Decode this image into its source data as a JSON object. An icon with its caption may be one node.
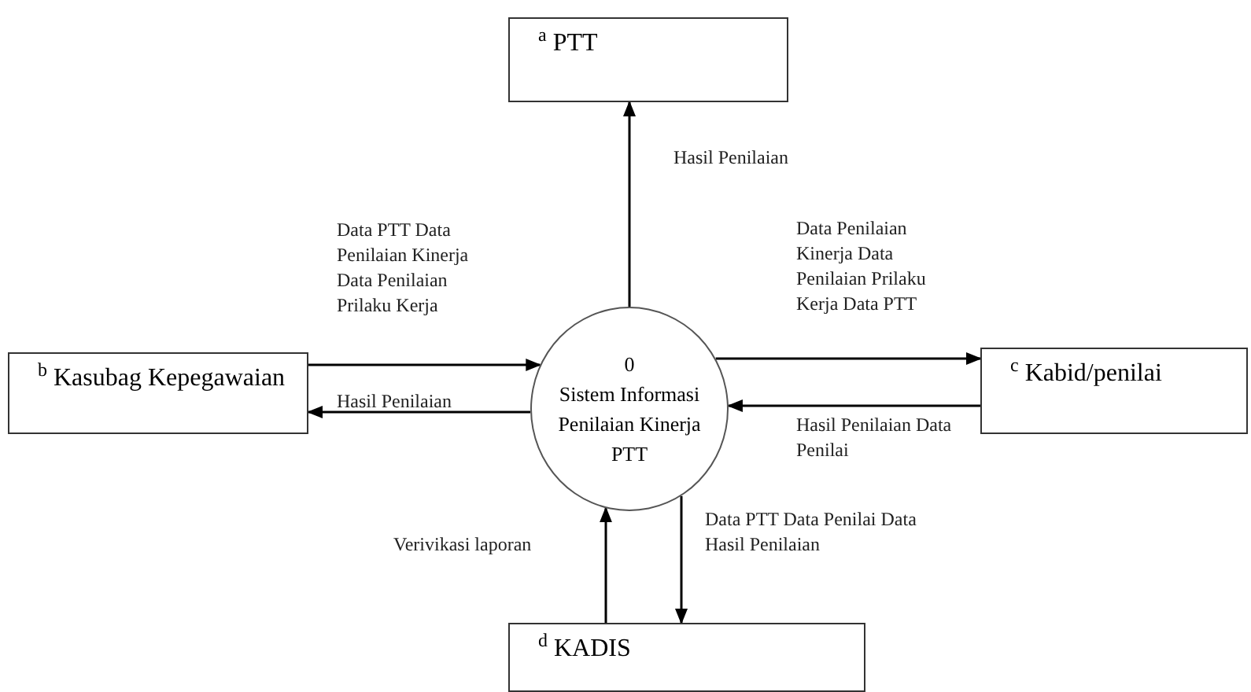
{
  "diagram": {
    "nodes": [
      {
        "text": [
          "$^{a}$ PTT"
        ]
      },
      {
        "text": [
          "$^{b}$ Kasubag Kepegawaian"
        ]
      },
      {
        "text": [
          "0",
          "Sistem Informasi Penilaian Kinerja PTT"
        ]
      },
      {
        "text": [
          "$^{c}$ Kabid/penilai"
        ]
      },
      {
        "text": [
          "$^{d}$ KADIS"
        ]
      }
    ],
    "edges": [
      {
        "from": 2,
        "to": 0,
        "arrow": "to",
        "label": "Hasil Penilaian"
      },
      {
        "from": 1,
        "to": 2,
        "arrow": "to",
        "label": "Data PTT Data Penilaian Kinerja Data Penilaian Prilaku Kerja"
      },
      {
        "from": 2,
        "to": 1,
        "arrow": "to",
        "label": "Hasil Penilaian"
      },
      {
        "from": 2,
        "to": 3,
        "arrow": "to",
        "label": "Data Penilaian Kinerja Data Penilaian Prilaku Kerja Data PTT"
      },
      {
        "from": 3,
        "to": 2,
        "arrow": "to",
        "label": "Hasil Penilaian Data Penilai"
      },
      {
        "from": 4,
        "to": 2,
        "arrow": "to",
        "label": "Verivikasi laporan"
      },
      {
        "from": 2,
        "to": 4,
        "arrow": "to",
        "label": "Data PTT Data Penilai Data Hasil Penilaian"
      }
    ]
  }
}
